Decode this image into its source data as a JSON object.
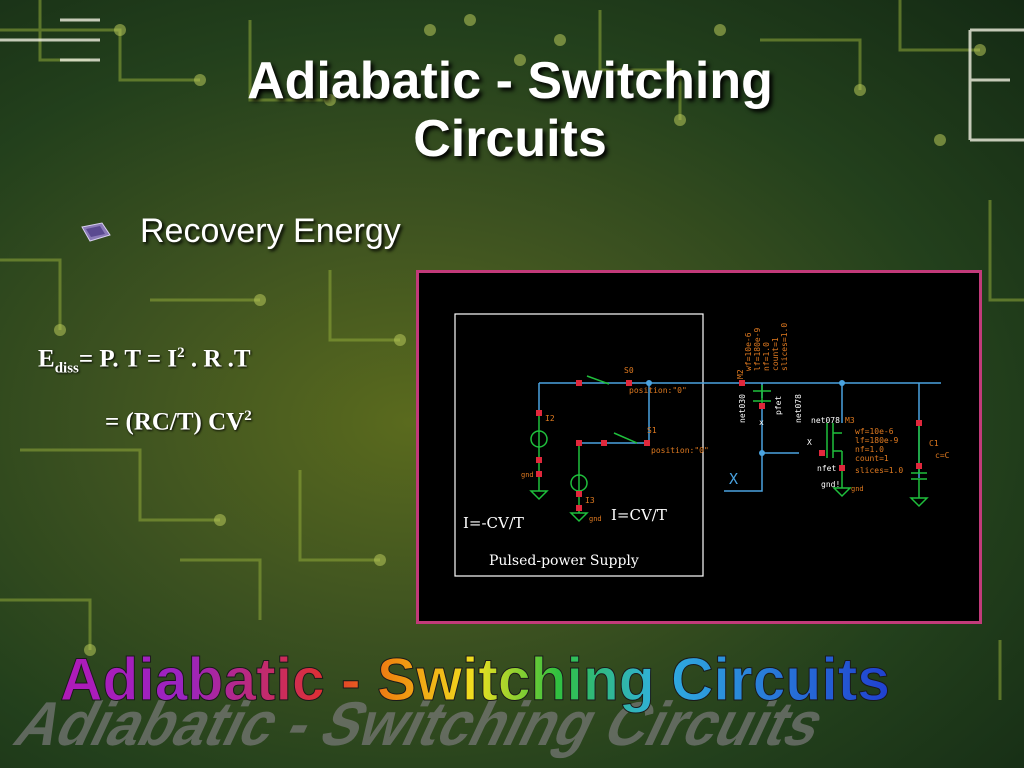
{
  "slide": {
    "title": "Adiabatic - Switching Circuits",
    "bullet": "Recovery Energy",
    "eq1": {
      "e": "E",
      "sub": "diss",
      "rest1": "= P. T = I",
      "sup": "2",
      "rest2": " . R .T"
    },
    "eq2": {
      "main": "= (RC/T) CV",
      "sup": "2"
    },
    "wordart": "Adiabatic - Switching Circuits",
    "colors": {
      "title": "#ffffff",
      "schematic_border": "#c23a7a",
      "wire": "#4aa3e0",
      "component": "#1fbf3c",
      "node": "#e0283c",
      "annotation": "#e07a20"
    }
  },
  "schematic": {
    "box_label": "Pulsed-power Supply",
    "formula_left": "I=-CV/T",
    "formula_right": "I=CV/T",
    "x_label": "X",
    "x_small": "x",
    "x_small2": "X",
    "s0": "S0",
    "s1": "S1",
    "s0_pos": "position:\"0\"",
    "s1_pos": "position:\"0\"",
    "i2": "I2",
    "i3": "I3",
    "gnd1": "gnd",
    "gnd2": "gnd",
    "gnd3": "gnd!",
    "gnd4": "gnd",
    "m2": "M2",
    "m3": "M3",
    "net1": "net030",
    "net2": "net078",
    "net3": "net078",
    "pfet": "pfet",
    "nfet": "nfet",
    "c1": "C1",
    "c_eq": "c=C",
    "m2_params": [
      "wf=10e-6",
      "lf=180e-9",
      "nf=1.0",
      "count=1",
      "slices=1.0"
    ],
    "m3_params": [
      "wf=10e-6",
      "lf=180e-9",
      "nf=1.0",
      "count=1",
      "slices=1.0"
    ]
  }
}
